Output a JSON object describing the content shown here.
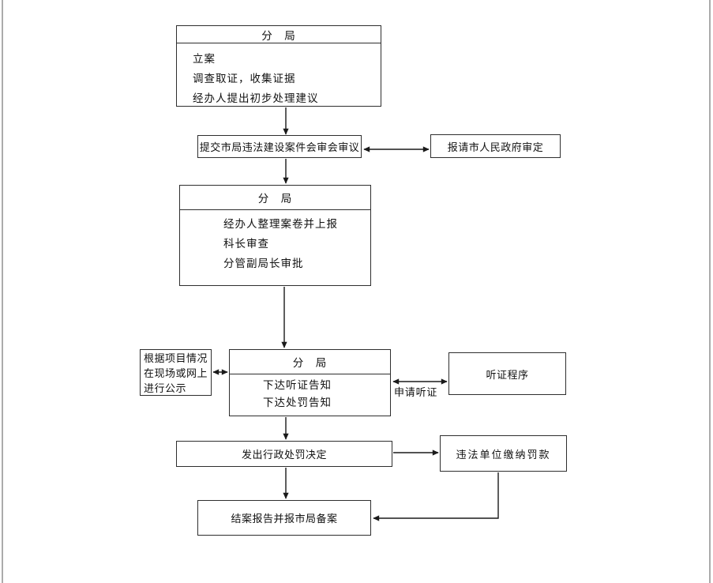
{
  "diagram": {
    "nodes": {
      "branch_filing": {
        "header": "分　局",
        "lines": [
          "立案",
          "调查取证，收集证据",
          "经办人提出初步处理建议"
        ]
      },
      "submit_review": {
        "label": "提交市局违法建设案件会审会审议"
      },
      "report_gov": {
        "label": "报请市人民政府审定"
      },
      "branch_report": {
        "header": "分　局",
        "lines": [
          "经办人整理案卷并上报",
          "科长审查",
          "分管副局长审批"
        ]
      },
      "publicity": {
        "lines": [
          "根据项目情况",
          "在现场或网上",
          "进行公示"
        ]
      },
      "branch_notice": {
        "header": "分　局",
        "lines": [
          "下达听证告知",
          "下达处罚告知"
        ]
      },
      "hearing_procedure": {
        "label": "听证程序"
      },
      "penalty_decision": {
        "label": "发出行政处罚决定"
      },
      "pay_fine": {
        "label": "违法单位缴纳罚款"
      },
      "closing_report": {
        "label": "结案报告并报市局备案"
      }
    },
    "edge_labels": {
      "apply_hearing": "申请听证"
    },
    "colors": {
      "line": "#1a1a1a",
      "box_border": "#2e2e2e",
      "text": "#111111",
      "page_edge": "#ababab",
      "background": "#ffffff"
    }
  }
}
